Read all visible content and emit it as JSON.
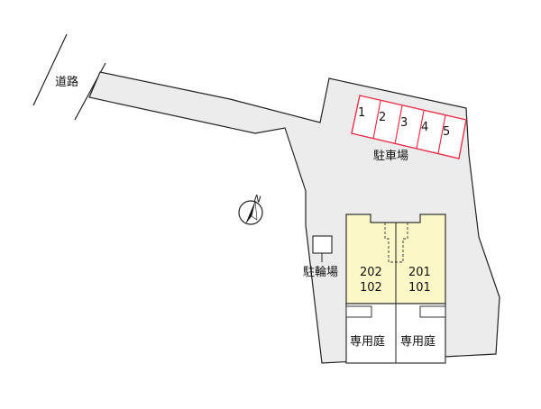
{
  "road": {
    "label": "道路"
  },
  "parking": {
    "label": "駐車場",
    "spaces": [
      "1",
      "2",
      "3",
      "4",
      "5"
    ],
    "color": "#e8304a"
  },
  "bicycle_parking": {
    "label": "駐輪場"
  },
  "building": {
    "units": [
      {
        "upper": "202",
        "lower": "102"
      },
      {
        "upper": "201",
        "lower": "101"
      }
    ],
    "color": "#fbf7c6",
    "outline": "#333333"
  },
  "private_gardens": [
    {
      "label": "専用庭"
    },
    {
      "label": "専用庭"
    }
  ],
  "compass": {
    "label": "N",
    "icon": "north-arrow-icon"
  },
  "site": {
    "fill": "#ececec",
    "outline": "#222222"
  }
}
